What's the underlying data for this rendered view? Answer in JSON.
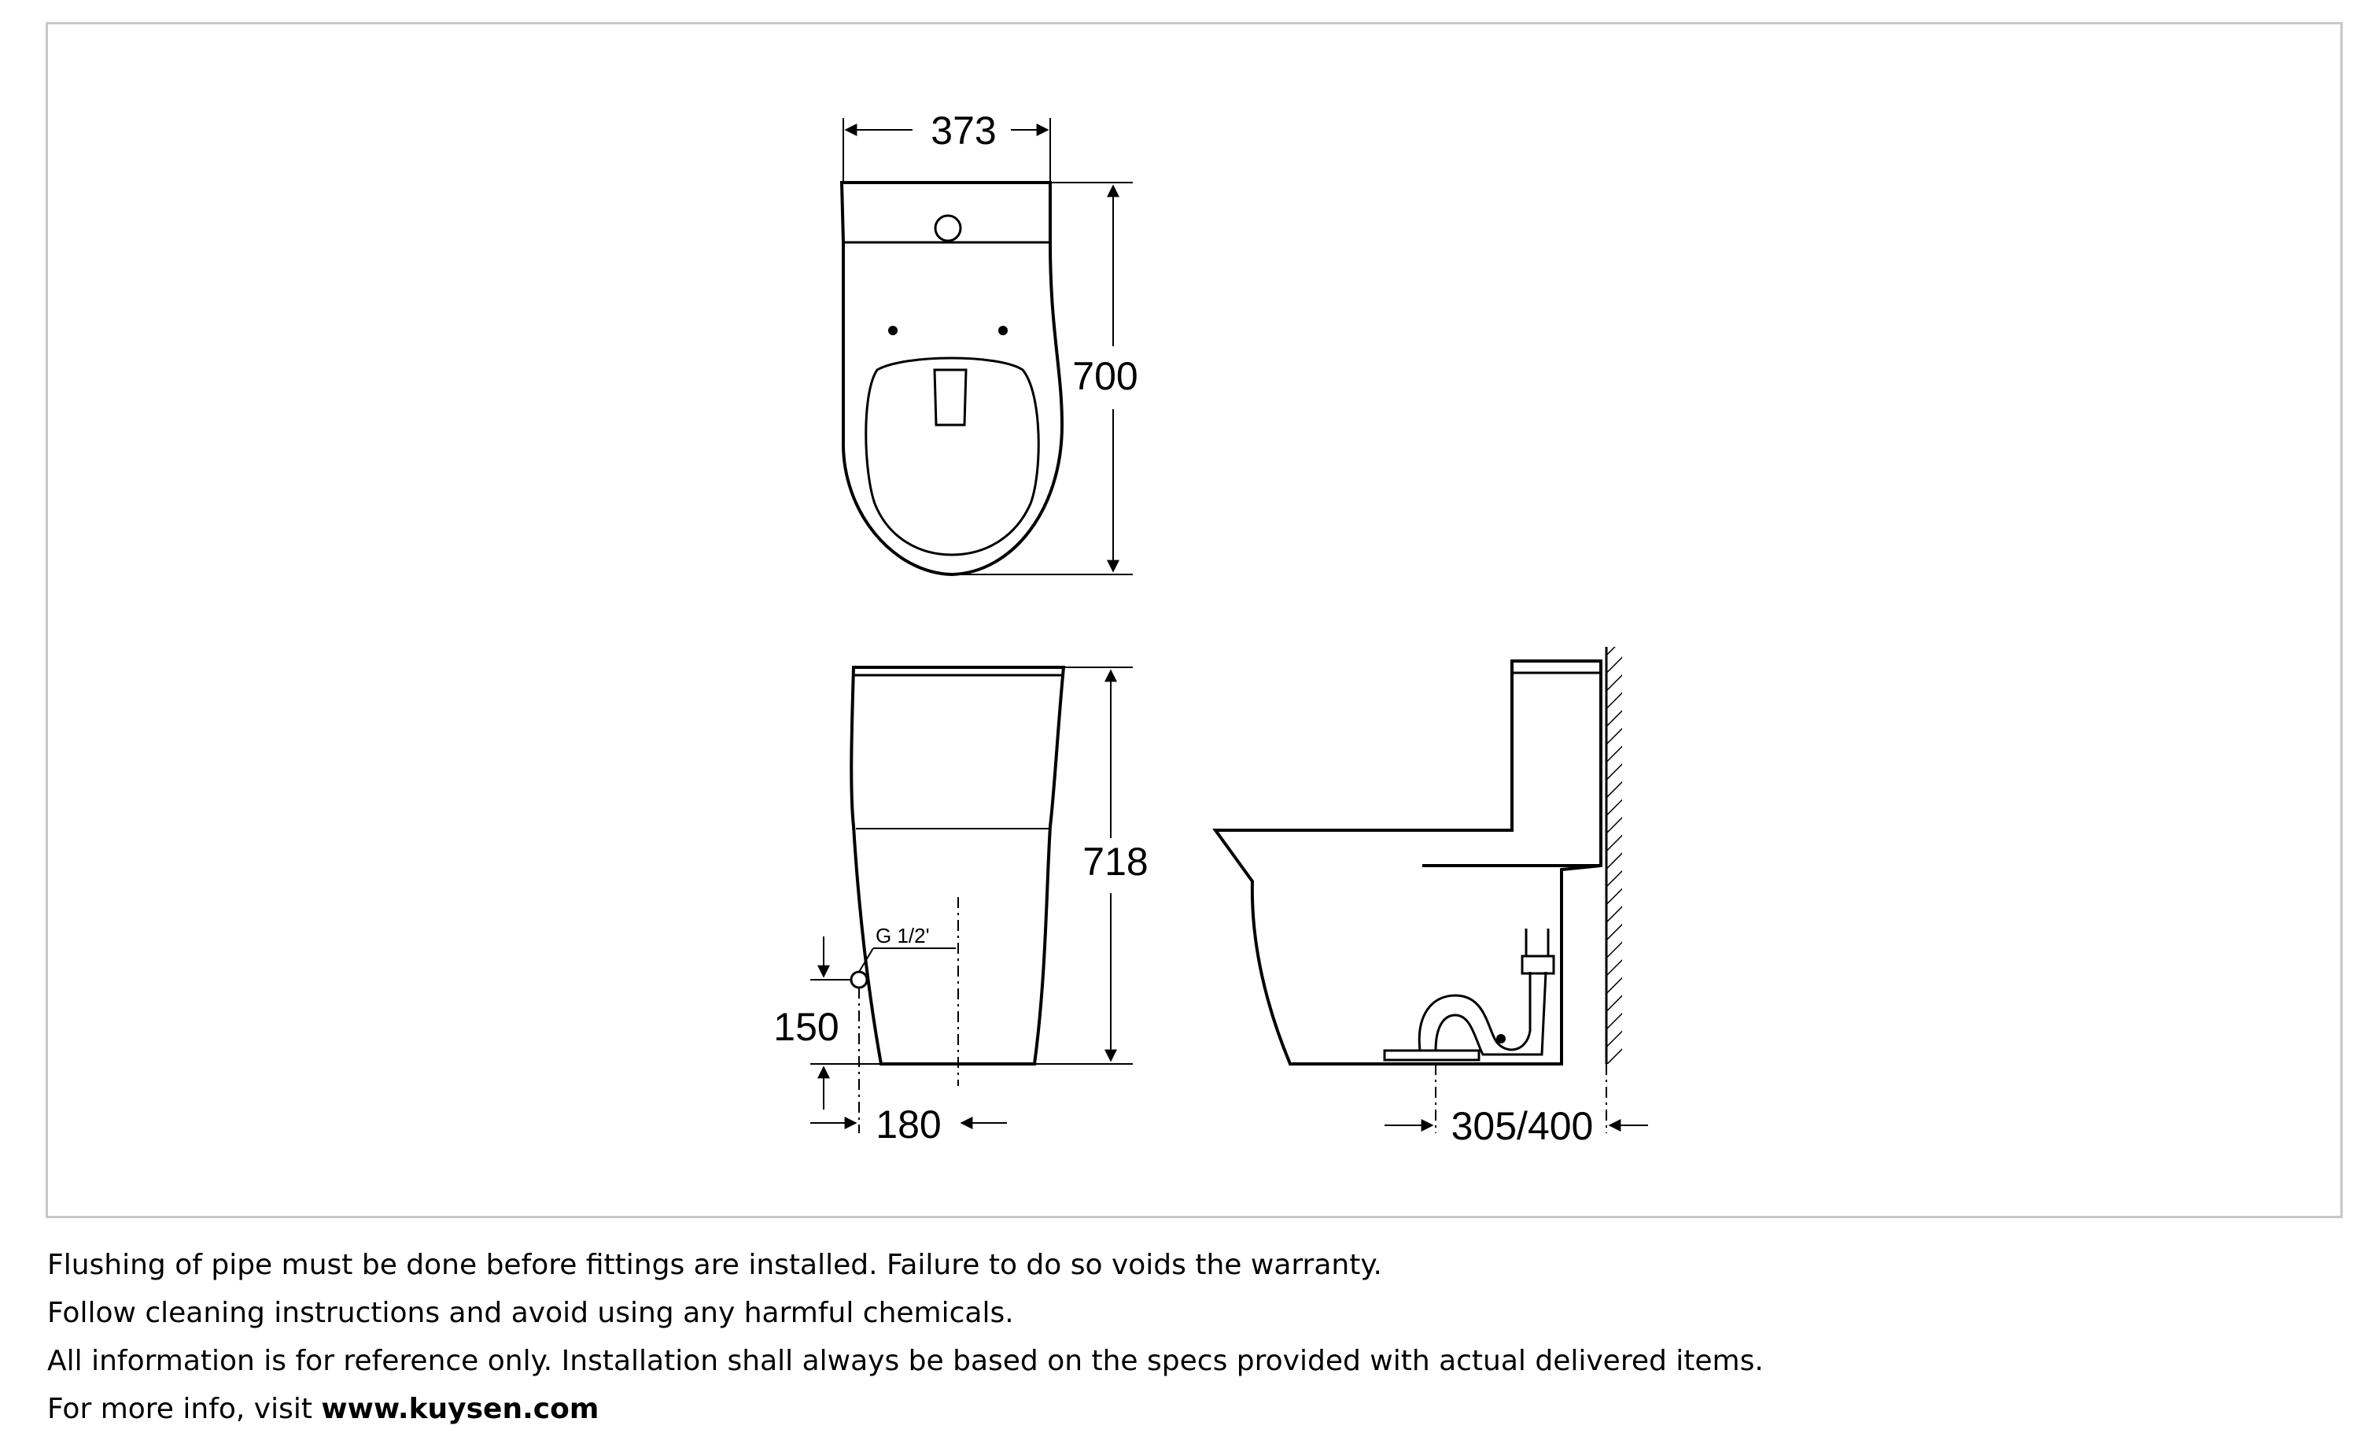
{
  "dimensions": {
    "top_width": "373",
    "top_length": "700",
    "front_height": "718",
    "inlet_label": "G 1/2'",
    "inlet_height": "150",
    "inlet_offset": "180",
    "rough_in": "305/400"
  },
  "notes": [
    "Flushing of pipe must be done before fittings are installed. Failure to do so voids the warranty.",
    "Follow cleaning instructions and avoid using any harmful chemicals.",
    "All information is for reference only. Installation shall always be based on the specs provided with actual delivered items."
  ],
  "more_info": {
    "prefix": "For more info, visit ",
    "link": "www.kuysen.com"
  }
}
